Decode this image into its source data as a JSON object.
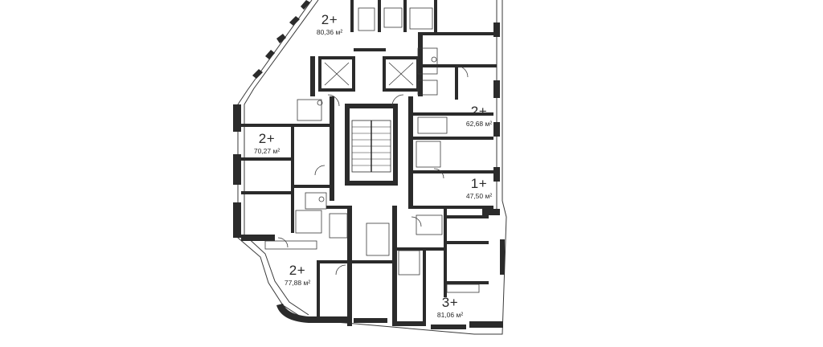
{
  "colors": {
    "wall": "#2b2b2b",
    "thin_line": "#3a3a3a",
    "background": "#ffffff",
    "label_text": "#2a2a2a"
  },
  "apartments": [
    {
      "id": "apt-top",
      "rooms": "2+",
      "area": "80,36 м²"
    },
    {
      "id": "apt-right-upper",
      "rooms": "2+",
      "area": "62,68 м²"
    },
    {
      "id": "apt-left",
      "rooms": "2+",
      "area": "70,27 м²"
    },
    {
      "id": "apt-right-mid",
      "rooms": "1+",
      "area": "47,50 м²"
    },
    {
      "id": "apt-bottom-left",
      "rooms": "2+",
      "area": "77,88 м²"
    },
    {
      "id": "apt-bottom-right",
      "rooms": "3+",
      "area": "81,06 м²"
    }
  ]
}
